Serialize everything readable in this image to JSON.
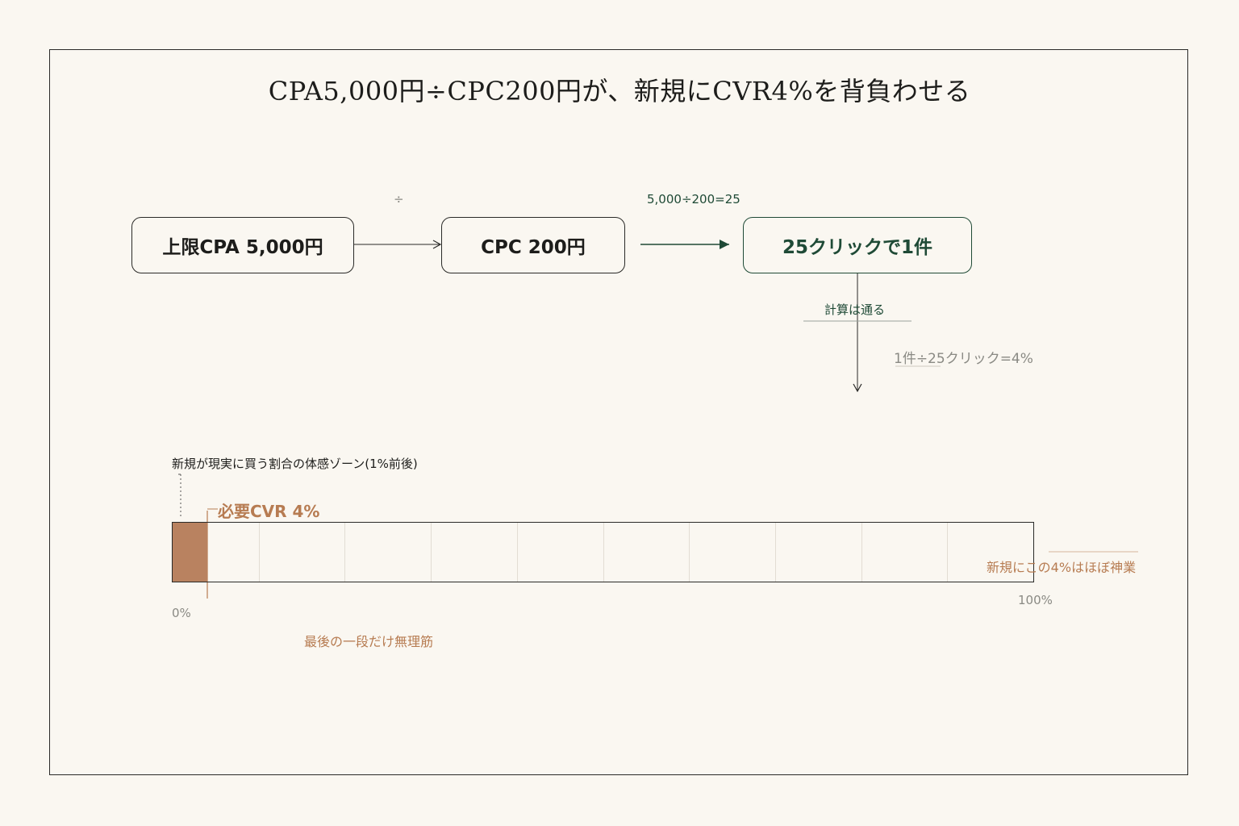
{
  "title": "CPA5,000円÷CPC200円が、新規にCVR4%を背負わせる",
  "flow": {
    "box1": "上限CPA 5,000円",
    "op_symbol": "÷",
    "box2": "CPC 200円",
    "calc_label": "5,000÷200=25",
    "box3": "25クリックで1件",
    "ok_label": "計算は通る",
    "cvr_calc": "1件÷25クリック=4%"
  },
  "bar": {
    "zone_label": "新規が現実に買う割合の体感ゾーン(1%前後)",
    "required_label": "必要CVR 4%",
    "min_label": "0%",
    "max_label": "100%",
    "miracle_label": "新規にこの4%はほぼ神業",
    "last_step_label": "最後の一段だけ無理筋",
    "required_value_pct": 4,
    "zone_value_pct": 1,
    "gridlines": 10
  },
  "colors": {
    "background": "#faf7f1",
    "green": "#1f4a36",
    "brown": "#b77c52",
    "fill": "#b98260",
    "gray": "#8a8a84"
  }
}
